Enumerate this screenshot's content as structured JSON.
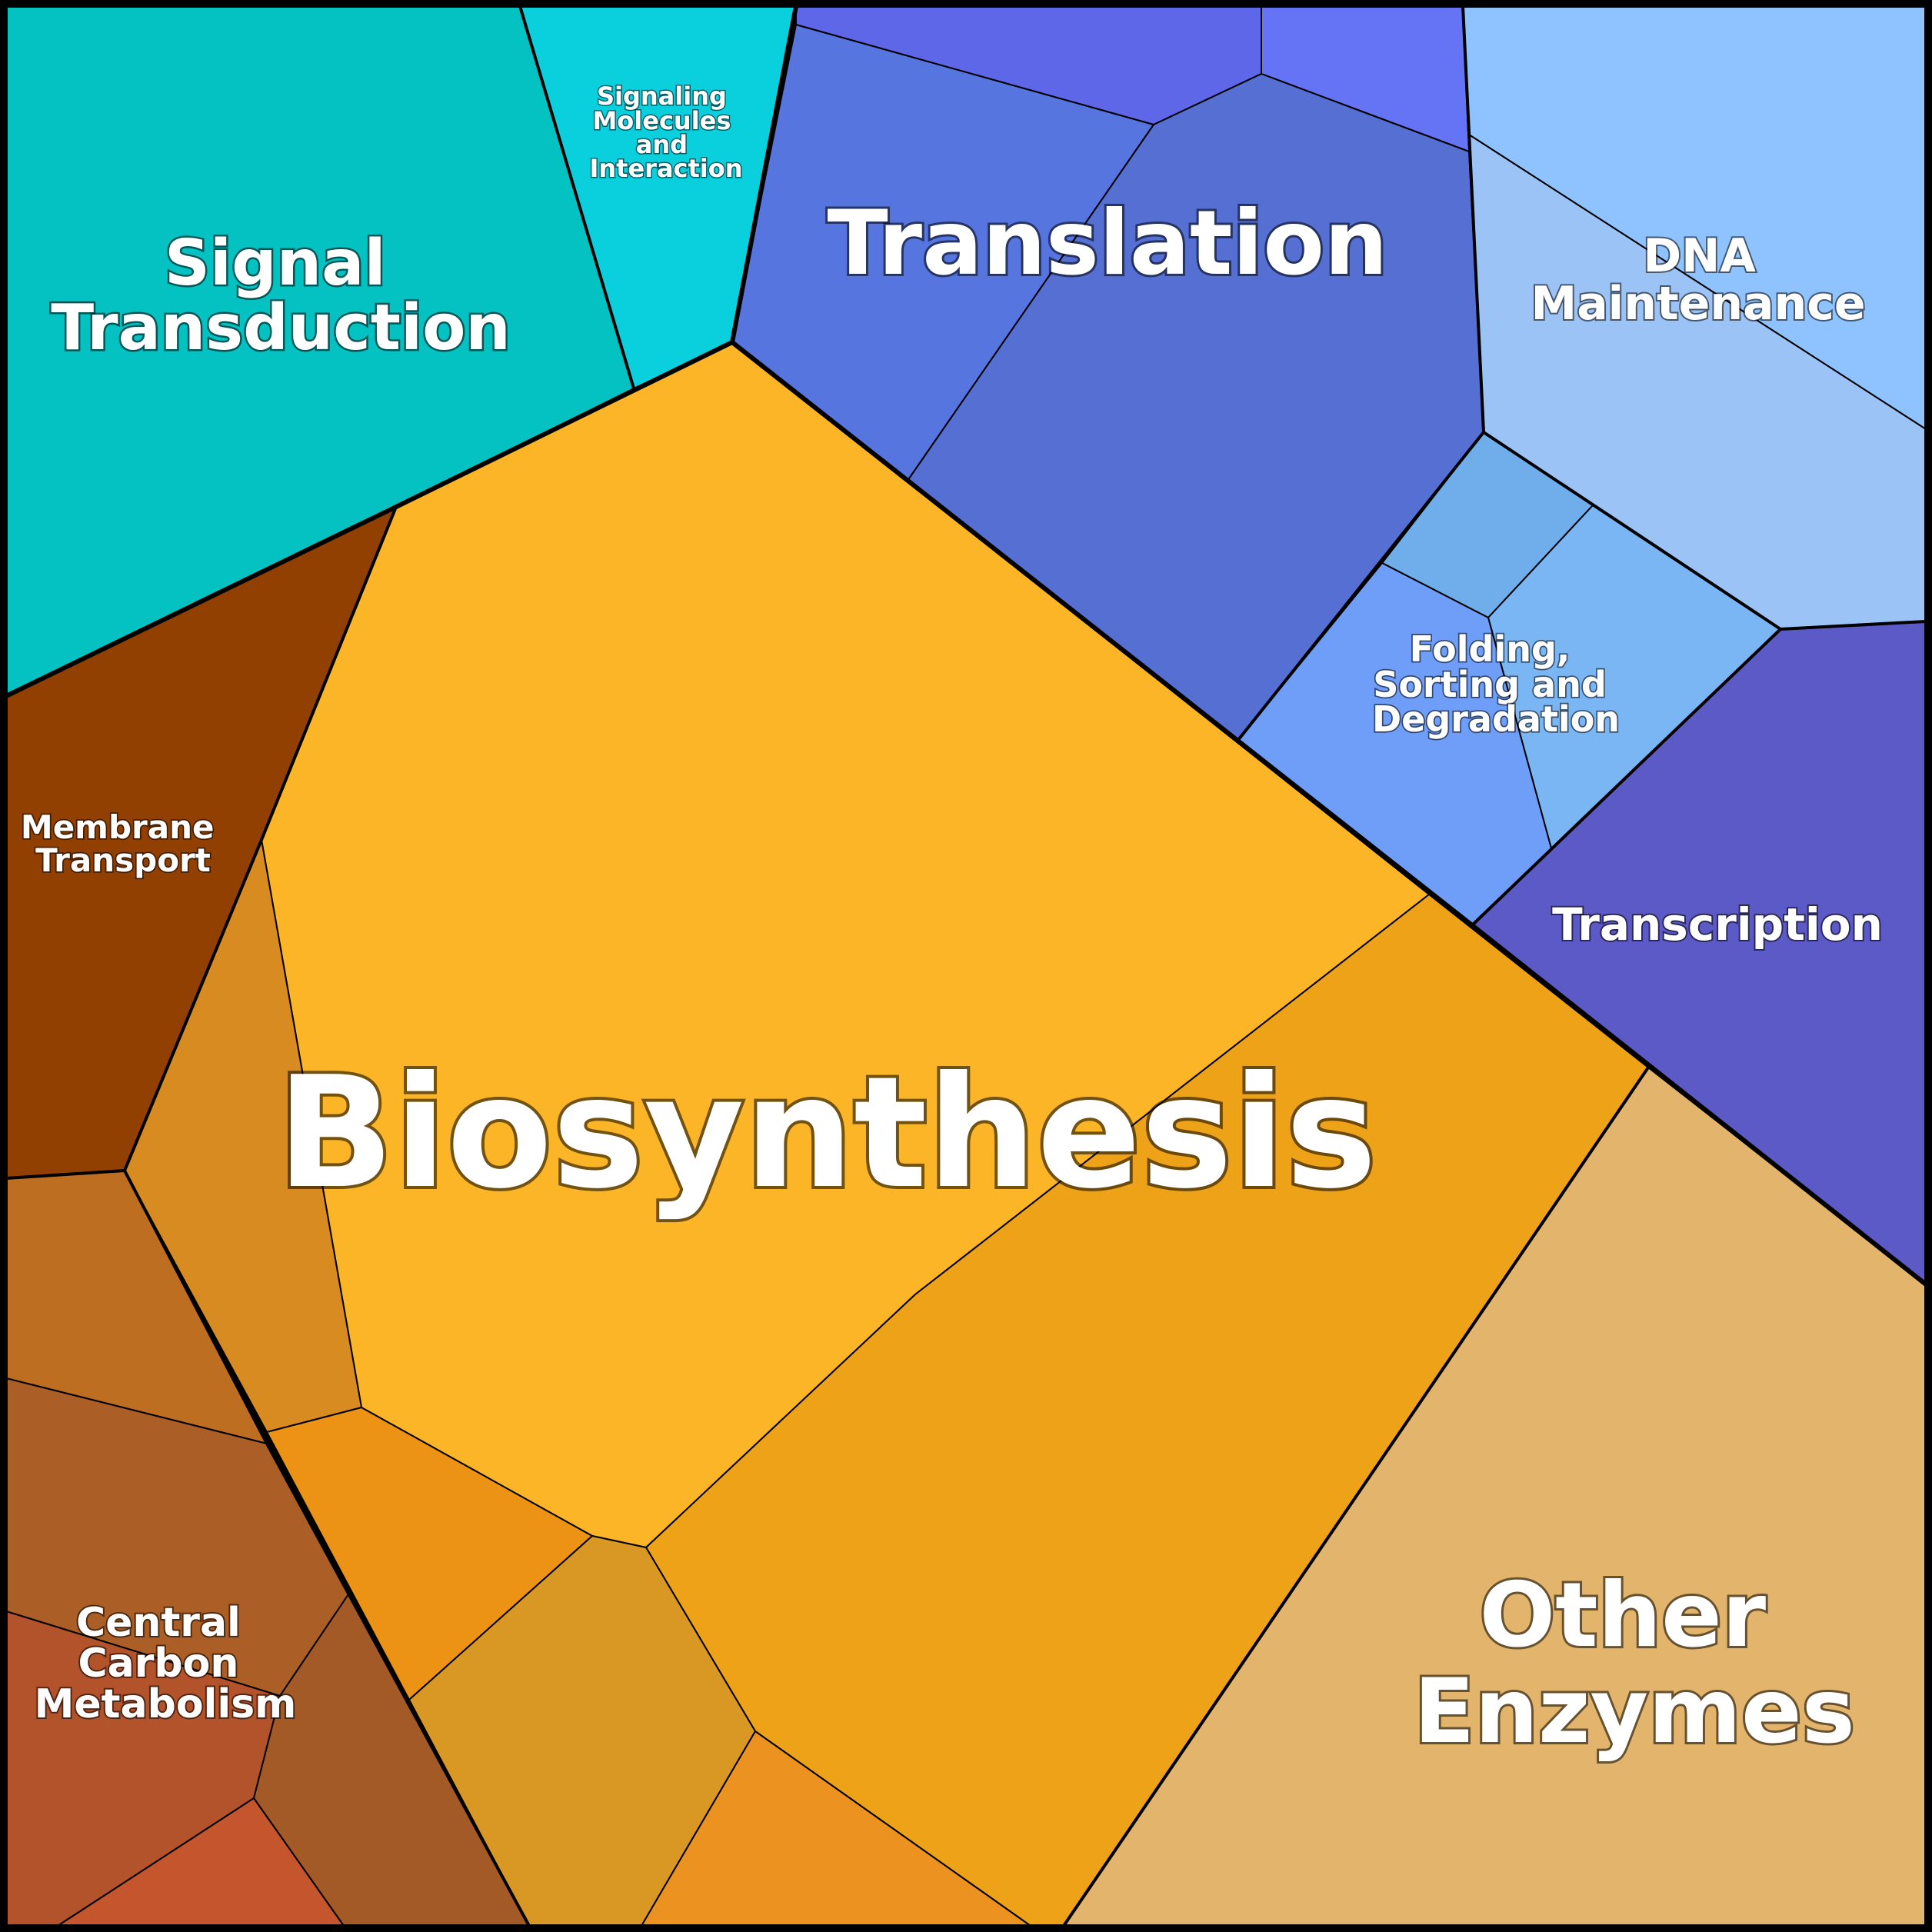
{
  "diagram": {
    "type": "voronoi-treemap",
    "groups": [
      {
        "id": "signal-transduction",
        "label": [
          "Signal",
          "Transduction"
        ],
        "color": "#04C2C2"
      },
      {
        "id": "signaling-molecules",
        "label": [
          "Signaling",
          "Molecules",
          "and",
          "Interaction"
        ],
        "color": "#0ACFDC"
      },
      {
        "id": "translation",
        "label": [
          "Translation"
        ],
        "color": "#5570D2"
      },
      {
        "id": "dna-maintenance",
        "label": [
          "DNA",
          "Maintenance"
        ],
        "color": "#9BC3F5"
      },
      {
        "id": "folding-sorting",
        "label": [
          "Folding,",
          "Sorting and",
          "Degradation"
        ],
        "color": "#6F9EF8"
      },
      {
        "id": "transcription",
        "label": [
          "Transcription"
        ],
        "color": "#5B5AC6"
      },
      {
        "id": "membrane-transport",
        "label": [
          "Membrane",
          "Transport"
        ],
        "color": "#924002"
      },
      {
        "id": "biosynthesis",
        "label": [
          "Biosynthesis"
        ],
        "color": "#FCB527"
      },
      {
        "id": "central-carbon",
        "label": [
          "Central",
          "Carbon",
          "Metabolism"
        ],
        "color": "#AB5E25"
      },
      {
        "id": "other-enzymes",
        "label": [
          "Other",
          "Enzymes"
        ],
        "color": "#E3B46C"
      }
    ]
  }
}
